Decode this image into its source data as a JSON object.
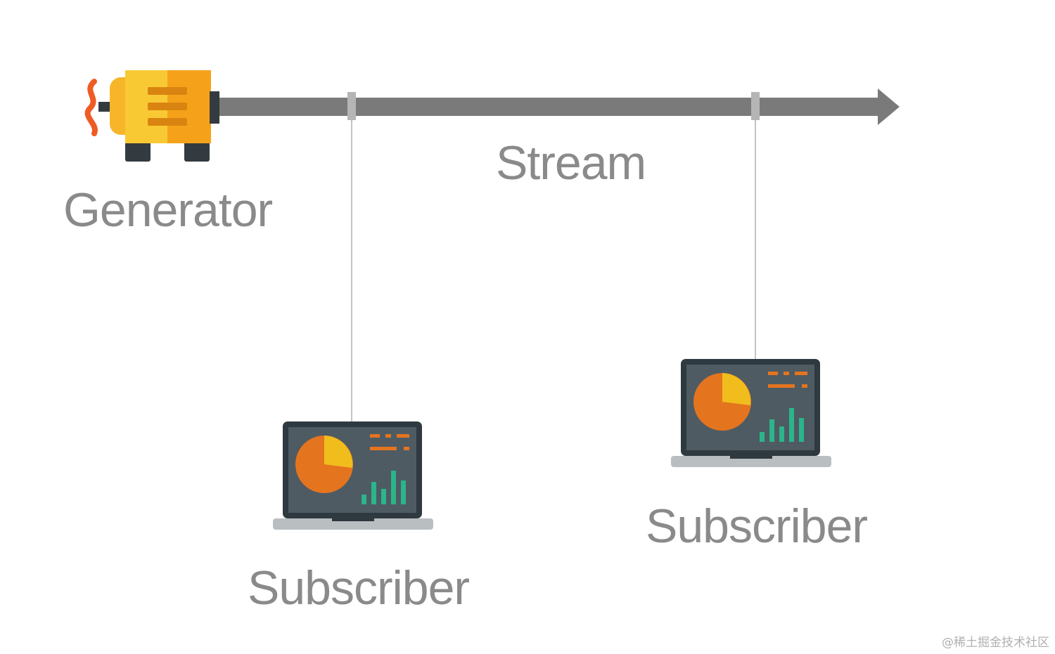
{
  "labels": {
    "generator": "Generator",
    "stream": "Stream",
    "subscriber_1": "Subscriber",
    "subscriber_2": "Subscriber"
  },
  "watermark": "@稀土掘金技术社区",
  "icons": {
    "generator": "generator-engine-icon",
    "subscriber": "laptop-dashboard-icon"
  },
  "colors": {
    "stream_line": "#7a7a7a",
    "connector": "#c4c4c4",
    "label_text": "#8a8a8a",
    "generator_orange": "#f5a21a",
    "generator_yellow": "#f9c934",
    "generator_red": "#ee5b24",
    "laptop_screen": "#4e5b63",
    "laptop_base": "#b9bec1",
    "pie_orange": "#e5741f",
    "pie_yellow": "#f1bd1d",
    "bar_green": "#2bb58a"
  }
}
